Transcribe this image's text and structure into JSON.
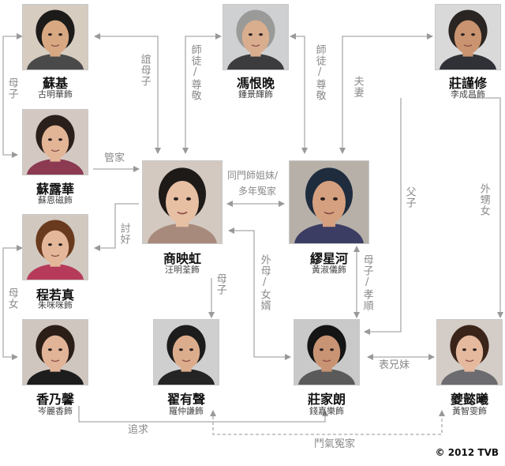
{
  "characters": [
    {
      "id": "su-ji",
      "name": "蘇基",
      "actor": "古明華飾",
      "bg": "#d6ccc0",
      "skin": "#d7a882",
      "hair": "#1c1b1a",
      "cloth": "#4a4a4a"
    },
    {
      "id": "feng-genwan",
      "name": "馮恨晚",
      "actor": "鍾景輝飾",
      "bg": "#cfd0d2",
      "skin": "#d9ae8f",
      "hair": "#9a9a98",
      "cloth": "#3c3c3e"
    },
    {
      "id": "zhuang-jinxiu",
      "name": "莊謹修",
      "actor": "李成昌飾",
      "bg": "#d9d9d9",
      "skin": "#c9946f",
      "hair": "#2a2522",
      "cloth": "#2f3136"
    },
    {
      "id": "su-luhua",
      "name": "蘇露華",
      "actor": "蘇恩磁飾",
      "bg": "#d4c9c2",
      "skin": "#e2b596",
      "hair": "#2a1f1b",
      "cloth": "#8b3a52"
    },
    {
      "id": "shang-yinghong",
      "name": "商映虹",
      "actor": "汪明荃飾",
      "bg": "#d3c9c0",
      "skin": "#e7bfa3",
      "hair": "#1d1a18",
      "cloth": "#a88a7d"
    },
    {
      "id": "miao-xinghe",
      "name": "繆星河",
      "actor": "黃淑儀飾",
      "bg": "#b7b0a8",
      "skin": "#d5a07f",
      "hair": "#1f2c3e",
      "cloth": "#3b3d63"
    },
    {
      "id": "cheng-ruozhen",
      "name": "程若真",
      "actor": "朱咪咪飾",
      "bg": "#d1c8c0",
      "skin": "#e4b79a",
      "hair": "#6a3a1e",
      "cloth": "#b63b5b"
    },
    {
      "id": "xiang-naixin",
      "name": "香乃馨",
      "actor": "岑麗香飾",
      "bg": "#cfc6c0",
      "skin": "#e2b497",
      "hair": "#2b1e17",
      "cloth": "#1d1d1d"
    },
    {
      "id": "zhai-yousheng",
      "name": "翟有聲",
      "actor": "羅仲謙飾",
      "bg": "#cfcfcf",
      "skin": "#dcad8c",
      "hair": "#1c1c1c",
      "cloth": "#242424"
    },
    {
      "id": "zhuang-jialang",
      "name": "莊家朗",
      "actor": "錢嘉樂飾",
      "bg": "#c9c9c9",
      "skin": "#c99474",
      "hair": "#141414",
      "cloth": "#5a5a5a"
    },
    {
      "id": "kui-yixi",
      "name": "夔懿曦",
      "actor": "黃智雯飾",
      "bg": "#d4ccc6",
      "skin": "#e4b99e",
      "hair": "#3a2419",
      "cloth": "#6b6b70"
    }
  ],
  "relations": {
    "r1": "母子",
    "r2": "誼母子",
    "r3": "師徒/尊敬",
    "r4": "師徒/尊敬",
    "r5": "夫妻",
    "r6": "管家",
    "r7": "同門師姐妹/",
    "r7b": "多年冤家",
    "r8": "討好",
    "r9": "父子",
    "r10": "外甥女",
    "r11": "母女",
    "r12": "外母/女婿",
    "r13": "母子/孝順",
    "r14": "母子",
    "r15": "表兄妹",
    "r16": "追求",
    "r17": "鬥氣冤家"
  },
  "copyright": "© 2012 TVB"
}
